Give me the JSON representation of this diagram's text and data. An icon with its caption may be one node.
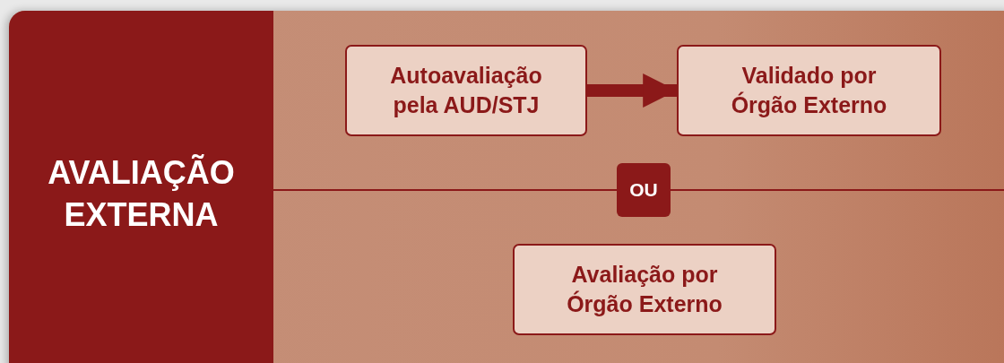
{
  "diagram": {
    "nodes": [
      {
        "text": [
          "AVALIAÇÃO EXTERNA"
        ]
      },
      {
        "text": [
          "Autoavaliação pela AUD/STJ"
        ]
      },
      {
        "text": [
          "Validado por Órgão Externo"
        ]
      },
      {
        "text": [
          "OU"
        ]
      },
      {
        "text": [
          "Avaliação por Órgão Externo"
        ]
      }
    ],
    "edges": [
      {
        "from": 1,
        "to": 2,
        "arrow": "to"
      }
    ]
  }
}
